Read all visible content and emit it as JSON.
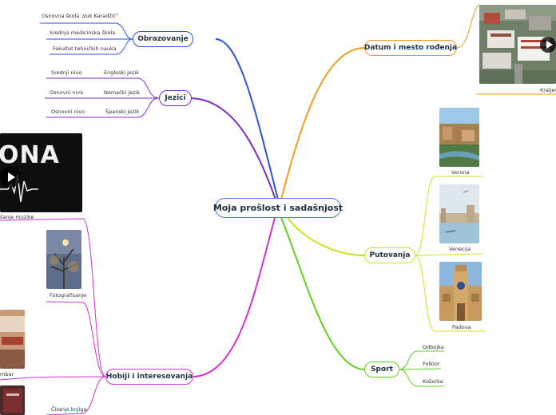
{
  "central": "Moja prošlost i sadašnjost",
  "branches": {
    "obrazovanje": {
      "label": "Obrazovanje",
      "color": "#2f54d8",
      "items": [
        "Osnovna škola „Vuk Karadžić\"",
        "Srednja medicinska škola",
        "Fakultet tehničkih nauka"
      ]
    },
    "jezici": {
      "label": "Jezici",
      "color": "#7b2fc7",
      "languages": [
        "Engleski jezik",
        "Nemački jezik",
        "Španski jezik"
      ],
      "levels": [
        "Srednji nivo",
        "Osnovni nivo",
        "Osnovni nivo"
      ]
    },
    "datum": {
      "label": "Datum i mesto rođenja",
      "color": "#f29b1f",
      "caption": "Kraljev"
    },
    "putovanja": {
      "label": "Putovanja",
      "color": "#c9e51a",
      "places": [
        "Verona",
        "Venecija",
        "Padova"
      ]
    },
    "sport": {
      "label": "Sport",
      "color": "#5fd11c",
      "items": [
        "Odbojka",
        "Folklor",
        "Košarka"
      ]
    },
    "hobiji": {
      "label": "Hobiji i interesovanja",
      "color": "#d62fd1",
      "items": [
        "šanje muzike",
        "Fotografisanje",
        "mbar",
        "Čitanje knjiga"
      ],
      "video_word": "ONA"
    }
  }
}
